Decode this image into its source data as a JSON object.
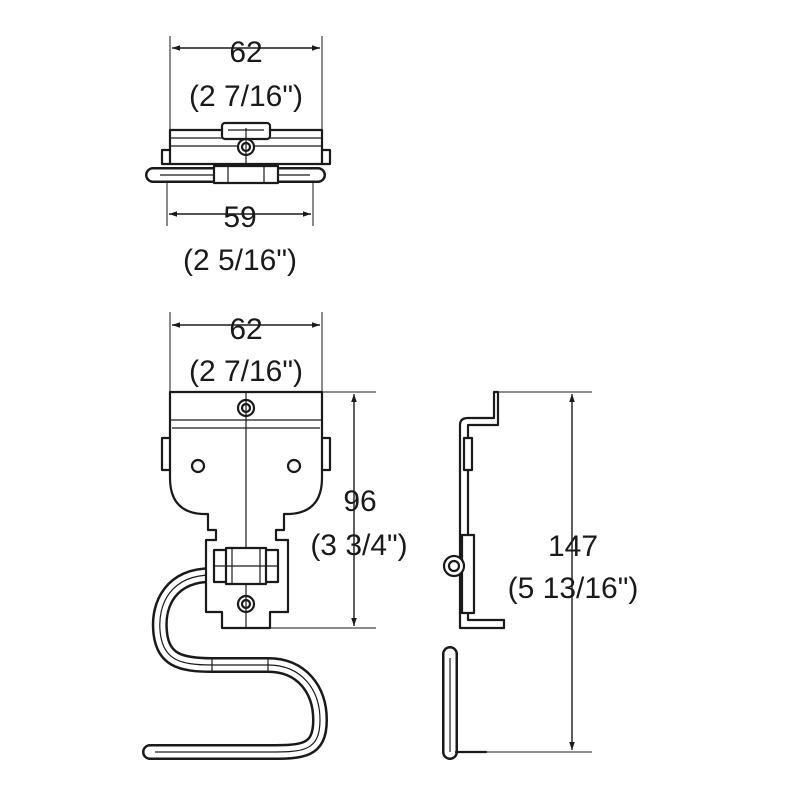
{
  "dimensions": {
    "top_view_top_width": {
      "mm": "62",
      "inch": "(2 7/16\")"
    },
    "top_view_bottom_width": {
      "mm": "59",
      "inch": "(2 5/16\")"
    },
    "front_view_width": {
      "mm": "62",
      "inch": "(2 7/16\")"
    },
    "front_view_height": {
      "mm": "96",
      "inch": "(3 3/4\")"
    },
    "side_view_height": {
      "mm": "147",
      "inch": "(5 13/16\")"
    }
  },
  "colors": {
    "line": "#1a1a1a",
    "background": "#ffffff"
  }
}
